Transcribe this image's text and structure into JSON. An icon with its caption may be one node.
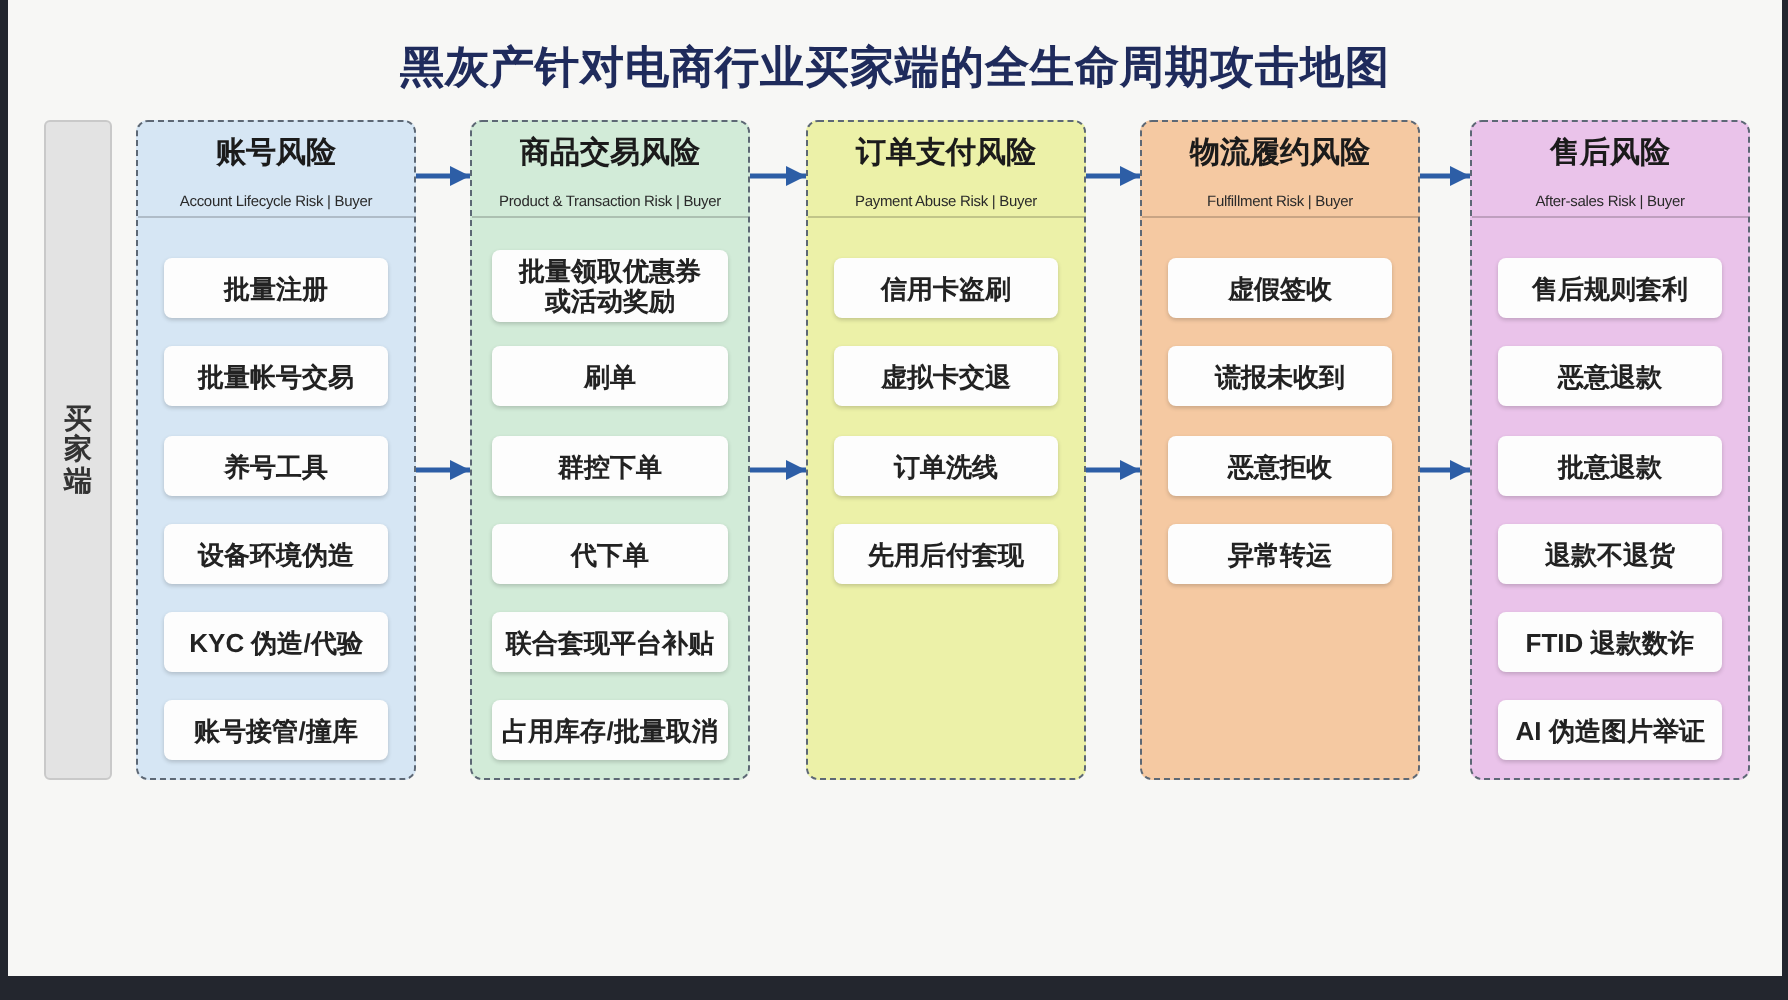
{
  "diagram": {
    "title": "黑灰产针对电商行业买家端的全生命周期攻击地图",
    "nodes": [
      {
        "text": [
          "买家端"
        ]
      },
      {
        "text": [
          "账号风险",
          "Account Lifecycle Risk | Buyer"
        ]
      },
      {
        "text": [
          "批量注册"
        ],
        "in": 1
      },
      {
        "text": [
          "批量帐号交易"
        ],
        "in": 1
      },
      {
        "text": [
          "养号工具"
        ],
        "in": 1
      },
      {
        "text": [
          "设备环境伪造"
        ],
        "in": 1
      },
      {
        "text": [
          "KYC 伪造/代验"
        ],
        "in": 1
      },
      {
        "text": [
          "账号接管/撞库"
        ],
        "in": 1
      },
      {
        "text": [
          "商品交易风险",
          "Product & Transaction Risk | Buyer"
        ]
      },
      {
        "text": [
          "批量领取优惠券或活动奖励"
        ],
        "in": 8
      },
      {
        "text": [
          "刷单"
        ],
        "in": 8
      },
      {
        "text": [
          "群控下单"
        ],
        "in": 8
      },
      {
        "text": [
          "代下单"
        ],
        "in": 8
      },
      {
        "text": [
          "联合套现平台补贴"
        ],
        "in": 8
      },
      {
        "text": [
          "占用库存/批量取消"
        ],
        "in": 8
      },
      {
        "text": [
          "订单支付风险",
          "Payment Abuse Risk | Buyer"
        ]
      },
      {
        "text": [
          "信用卡盗刷"
        ],
        "in": 15
      },
      {
        "text": [
          "虚拟卡交退"
        ],
        "in": 15
      },
      {
        "text": [
          "订单洗线"
        ],
        "in": 15
      },
      {
        "text": [
          "先用后付套现"
        ],
        "in": 15
      },
      {
        "text": [
          "物流履约风险",
          "Fulfillment Risk | Buyer"
        ]
      },
      {
        "text": [
          "虚假签收"
        ],
        "in": 20
      },
      {
        "text": [
          "谎报未收到"
        ],
        "in": 20
      },
      {
        "text": [
          "恶意拒收"
        ],
        "in": 20
      },
      {
        "text": [
          "异常转运"
        ],
        "in": 20
      },
      {
        "text": [
          "售后风险",
          "After-sales Risk | Buyer"
        ]
      },
      {
        "text": [
          "售后规则套利"
        ],
        "in": 25
      },
      {
        "text": [
          "恶意退款"
        ],
        "in": 25
      },
      {
        "text": [
          "批意退款"
        ],
        "in": 25
      },
      {
        "text": [
          "退款不退货"
        ],
        "in": 25
      },
      {
        "text": [
          "FTID 退款数诈"
        ],
        "in": 25
      },
      {
        "text": [
          "AI 伪造图片举证"
        ],
        "in": 25
      }
    ],
    "edges": [
      {
        "from": 1,
        "to": 8,
        "arrow": "to"
      },
      {
        "from": 1,
        "to": 8,
        "arrow": "to"
      },
      {
        "from": 8,
        "to": 15,
        "arrow": "to"
      },
      {
        "from": 8,
        "to": 15,
        "arrow": "to"
      },
      {
        "from": 15,
        "to": 20,
        "arrow": "to"
      },
      {
        "from": 15,
        "to": 20,
        "arrow": "to"
      },
      {
        "from": 20,
        "to": 25,
        "arrow": "to"
      },
      {
        "from": 20,
        "to": 25,
        "arrow": "to"
      }
    ]
  }
}
